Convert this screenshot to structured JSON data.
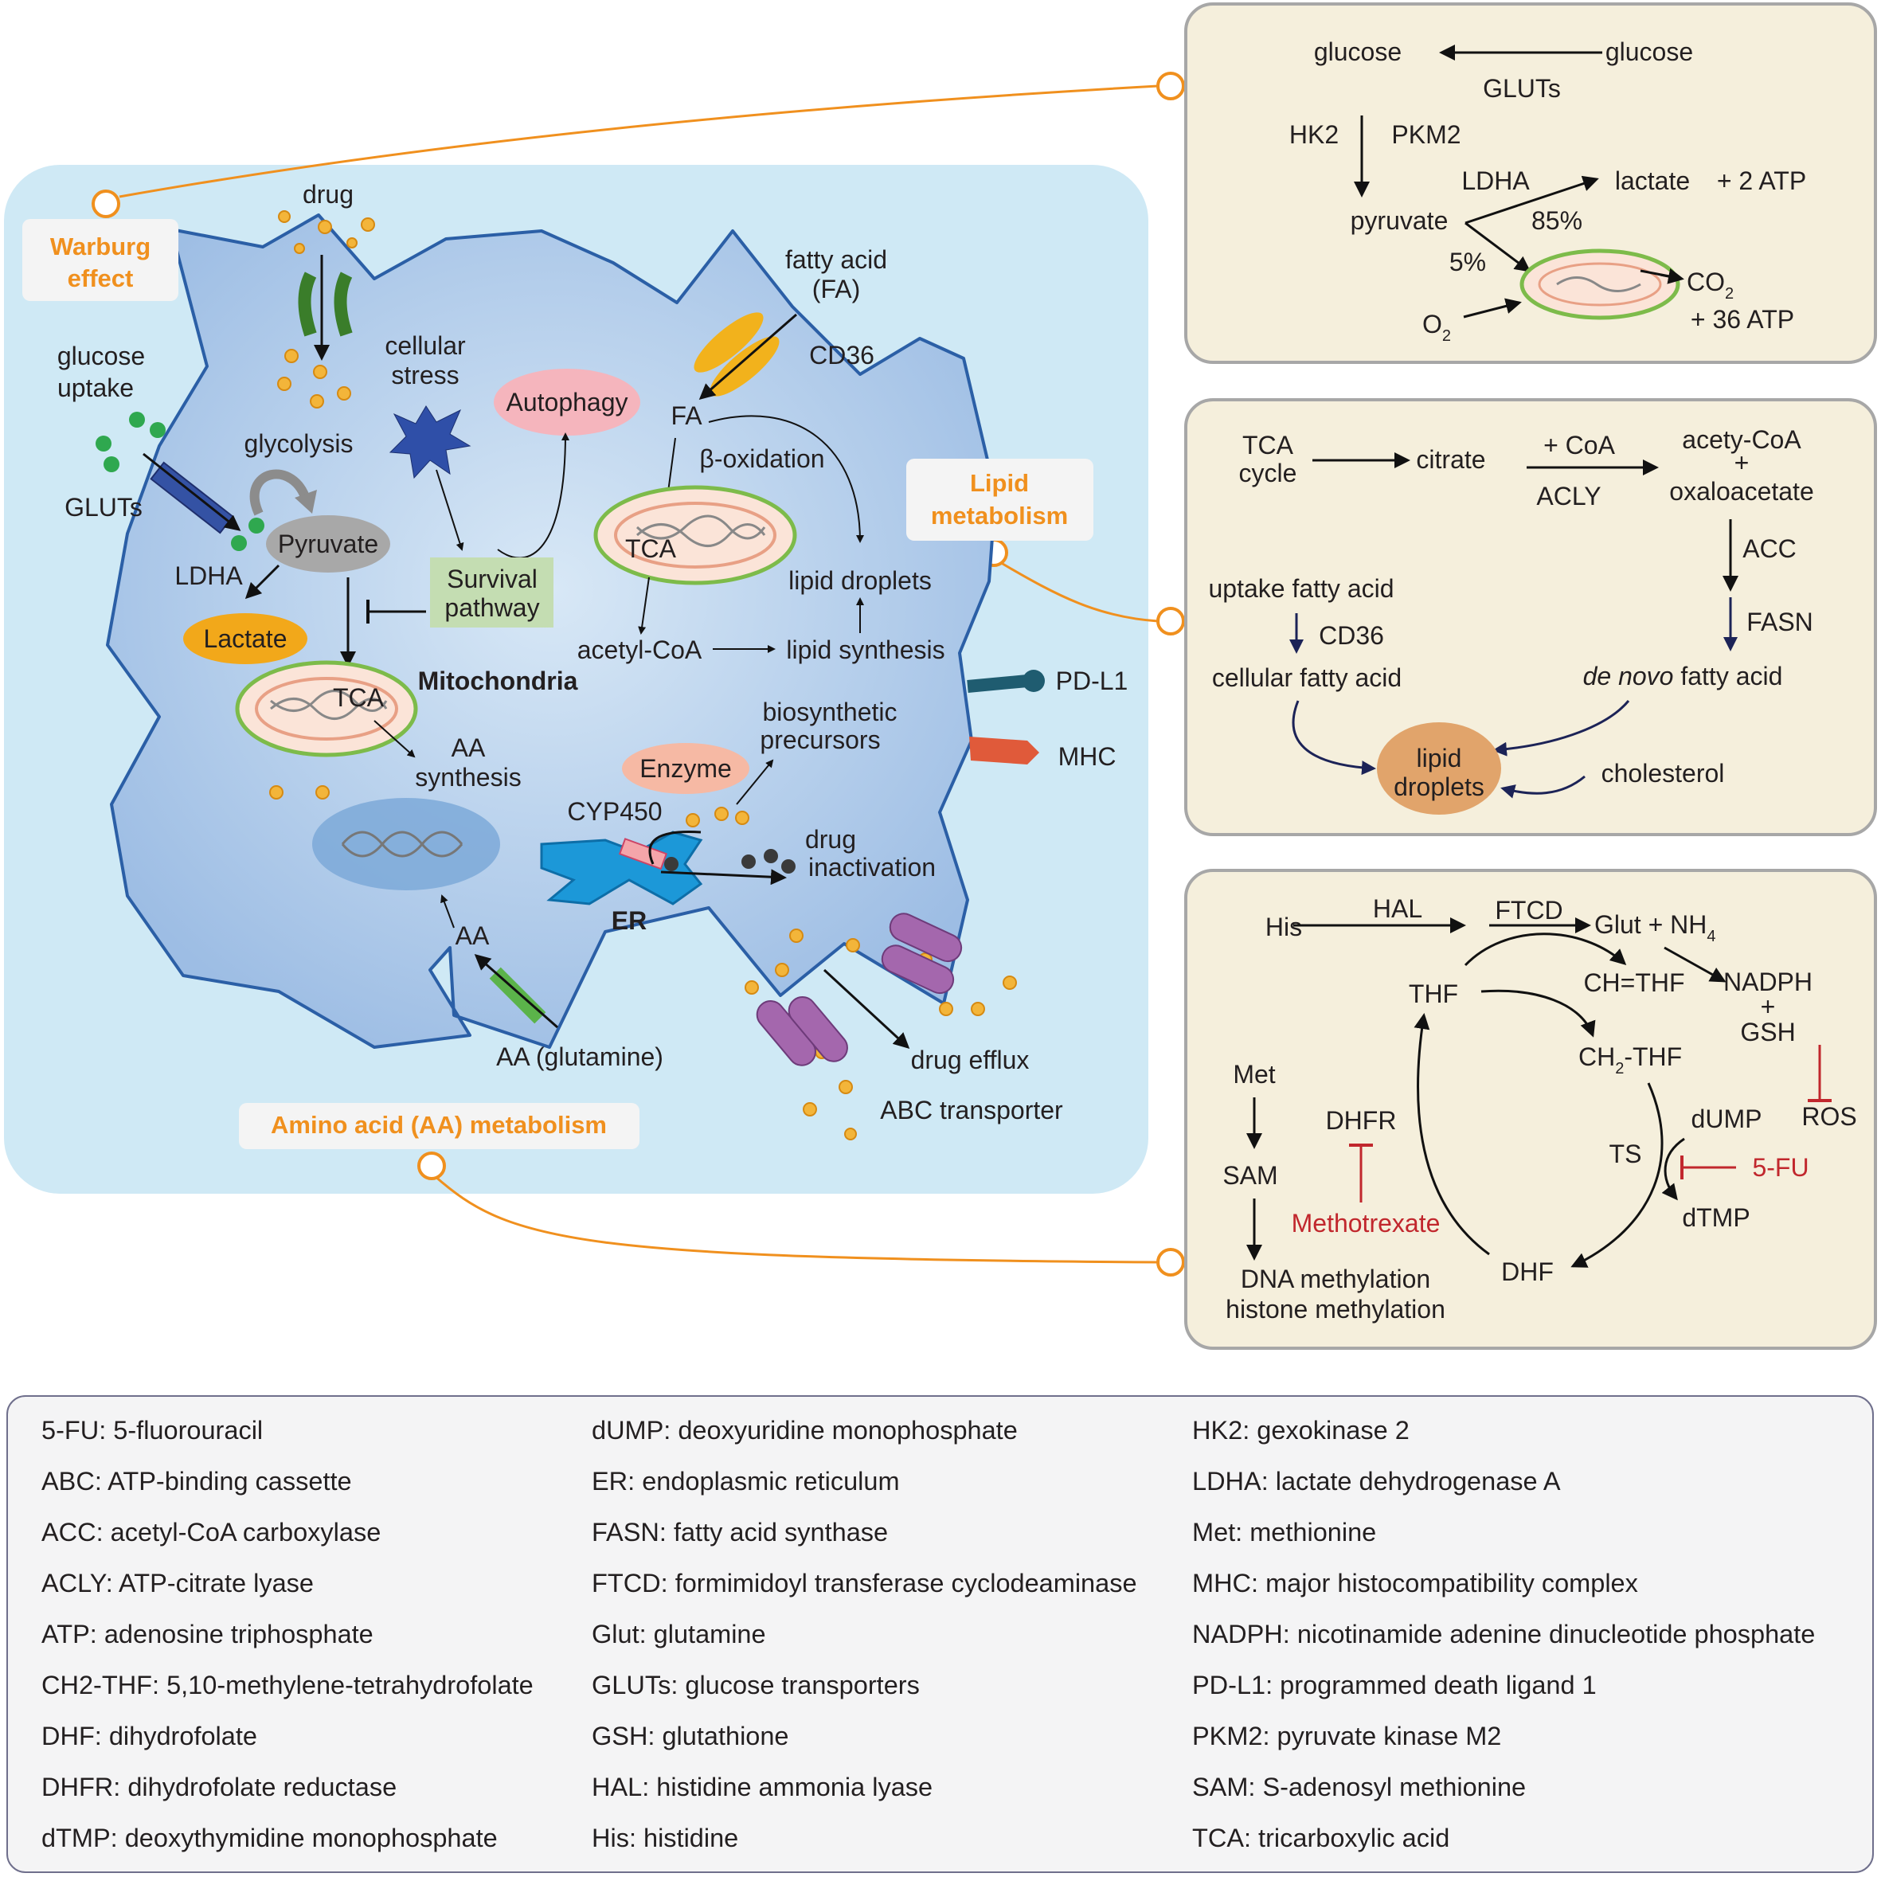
{
  "cell": {
    "drug": "drug",
    "glucose_uptake_1": "glucose",
    "glucose_uptake_2": "uptake",
    "gluts": "GLUTs",
    "glycolysis": "glycolysis",
    "pyruvate": "Pyruvate",
    "ldha": "LDHA",
    "lactate": "Lactate",
    "cellular_stress_1": "cellular",
    "cellular_stress_2": "stress",
    "autophagy": "Autophagy",
    "survival_1": "Survival",
    "survival_2": "pathway",
    "fatty_acid_1": "fatty acid",
    "fatty_acid_2": "(FA)",
    "cd36": "CD36",
    "fa": "FA",
    "beta_oxidation": "β-oxidation",
    "tca": "TCA",
    "lipid_droplets": "lipid droplets",
    "acetyl_coa": "acetyl-CoA",
    "lipid_synthesis": "lipid synthesis",
    "mitochondria": "Mitochondria",
    "tca2": "TCA",
    "aa_synth_1": "AA",
    "aa_synth_2": "synthesis",
    "enzyme": "Enzyme",
    "biosynth_1": "biosynthetic",
    "biosynth_2": "precursors",
    "cyp450": "CYP450",
    "drug_inact_1": "drug",
    "drug_inact_2": "inactivation",
    "er": "ER",
    "aa": "AA",
    "aa_glutamine": "AA (glutamine)",
    "drug_efflux": "drug efflux",
    "abc_transporter": "ABC transporter",
    "pd_l1": "PD-L1",
    "mhc": "MHC"
  },
  "tags": {
    "warburg_1": "Warburg",
    "warburg_2": "effect",
    "lipid_1": "Lipid",
    "lipid_2": "metabolism",
    "amino": "Amino acid (AA) metabolism"
  },
  "panel_warburg": {
    "glucose_in": "glucose",
    "glucose_out": "glucose",
    "gluts": "GLUTs",
    "hk2": "HK2",
    "pkm2": "PKM2",
    "ldha": "LDHA",
    "lactate": "lactate",
    "atp2": "+ 2 ATP",
    "pyruvate": "pyruvate",
    "pct85": "85%",
    "pct5": "5%",
    "co2": "CO",
    "co2_sub": "2",
    "atp36": "+ 36 ATP",
    "o2": "O",
    "o2_sub": "2"
  },
  "panel_lipid": {
    "tca_1": "TCA",
    "tca_2": "cycle",
    "citrate": "citrate",
    "coa": "+ CoA",
    "acly": "ACLY",
    "acety_1": "acety-CoA",
    "acety_2": "+",
    "acety_3": "oxaloacetate",
    "acc": "ACC",
    "fasn": "FASN",
    "uptake": "uptake fatty acid",
    "cd36": "CD36",
    "cellular_fa": "cellular fatty acid",
    "denovo_italic": "de novo",
    "denovo_rest": " fatty acid",
    "droplets_1": "lipid",
    "droplets_2": "droplets",
    "cholesterol": "cholesterol"
  },
  "panel_amino": {
    "his": "His",
    "hal": "HAL",
    "ftcd": "FTCD",
    "glut": "Glut + NH",
    "glut_sub": "4",
    "thf": "THF",
    "ch_thf": "CH=THF",
    "nadph_1": "NADPH",
    "nadph_2": "+",
    "nadph_3": "GSH",
    "ch2_thf": "CH",
    "ch2_sub": "2",
    "ch2_rest": "-THF",
    "met": "Met",
    "dhfr": "DHFR",
    "ts": "TS",
    "dump": "dUMP",
    "ros": "ROS",
    "fu": "5-FU",
    "sam": "SAM",
    "methotrexate": "Methotrexate",
    "dtmp": "dTMP",
    "dna_1": "DNA methylation",
    "dna_2": "histone methylation",
    "dhf": "DHF"
  },
  "glossary": {
    "col1": [
      "5-FU: 5-fluorouracil",
      "ABC: ATP-binding cassette",
      "ACC: acetyl-CoA carboxylase",
      "ACLY: ATP-citrate lyase",
      "ATP: adenosine triphosphate",
      "CH2-THF: 5,10-methylene-tetrahydrofolate",
      "DHF: dihydrofolate",
      "DHFR: dihydrofolate reductase",
      "dTMP: deoxythymidine monophosphate"
    ],
    "col2": [
      "dUMP: deoxyuridine monophosphate",
      "ER: endoplasmic reticulum",
      "FASN: fatty acid synthase",
      "FTCD: formimidoyl transferase cyclodeaminase",
      "Glut: glutamine",
      "GLUTs: glucose transporters",
      "GSH: glutathione",
      "HAL: histidine ammonia lyase",
      "His: histidine"
    ],
    "col3": [
      "HK2: gexokinase 2",
      "LDHA: lactate dehydrogenase A",
      "Met: methionine",
      "MHC: major histocompatibility complex",
      "NADPH: nicotinamide adenine dinucleotide phosphate",
      "PD-L1: programmed death ligand 1",
      "PKM2: pyruvate kinase M2",
      "SAM: S-adenosyl methionine",
      "TCA: tricarboxylic acid"
    ]
  },
  "colors": {
    "cell_background": "#cfe9f5",
    "cell_body": "#a9c6e8",
    "panel_fill": "#f5efdc",
    "panel_border": "#a7a7a7",
    "tag_orange": "#f0901e",
    "inhibitor_red": "#c1272d"
  }
}
